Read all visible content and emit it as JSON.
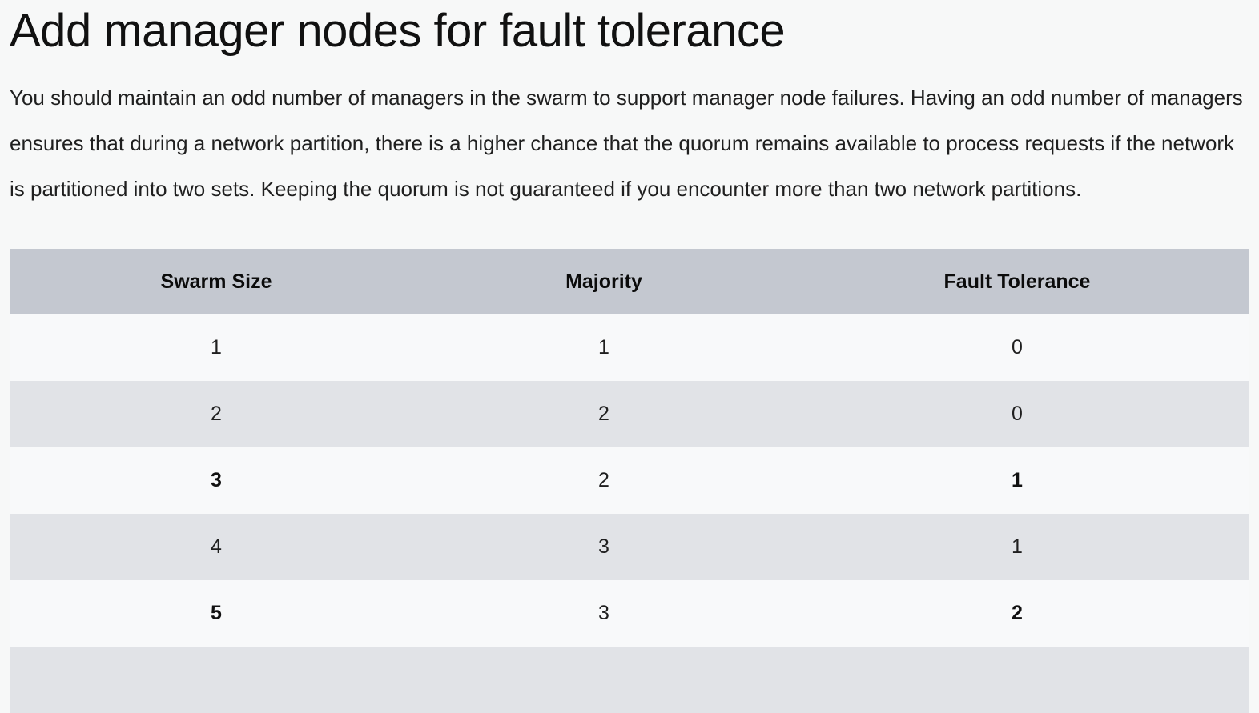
{
  "page": {
    "title": "Add manager nodes for fault tolerance",
    "paragraph": "You should maintain an odd number of managers in the swarm to support manager node failures. Having an odd number of managers ensures that during a network partition, there is a higher chance that the quorum remains available to process requests if the network is partitioned into two sets. Keeping the quorum is not guaranteed if you encounter more than two network partitions.",
    "background_color": "#f7f8f8"
  },
  "table": {
    "header_background": "#c4c8d0",
    "row_odd_background": "#f8f9fa",
    "row_even_background": "#e1e3e7",
    "columns": [
      {
        "label": "Swarm Size",
        "key": "swarm_size"
      },
      {
        "label": "Majority",
        "key": "majority"
      },
      {
        "label": "Fault Tolerance",
        "key": "fault_tolerance"
      }
    ],
    "rows": [
      {
        "swarm_size": "1",
        "majority": "1",
        "fault_tolerance": "0",
        "bold": false
      },
      {
        "swarm_size": "2",
        "majority": "2",
        "fault_tolerance": "0",
        "bold": false
      },
      {
        "swarm_size": "3",
        "majority": "2",
        "fault_tolerance": "1",
        "bold": true
      },
      {
        "swarm_size": "4",
        "majority": "3",
        "fault_tolerance": "1",
        "bold": false
      },
      {
        "swarm_size": "5",
        "majority": "3",
        "fault_tolerance": "2",
        "bold": true
      },
      {
        "swarm_size": "",
        "majority": "",
        "fault_tolerance": "",
        "bold": false
      }
    ]
  }
}
